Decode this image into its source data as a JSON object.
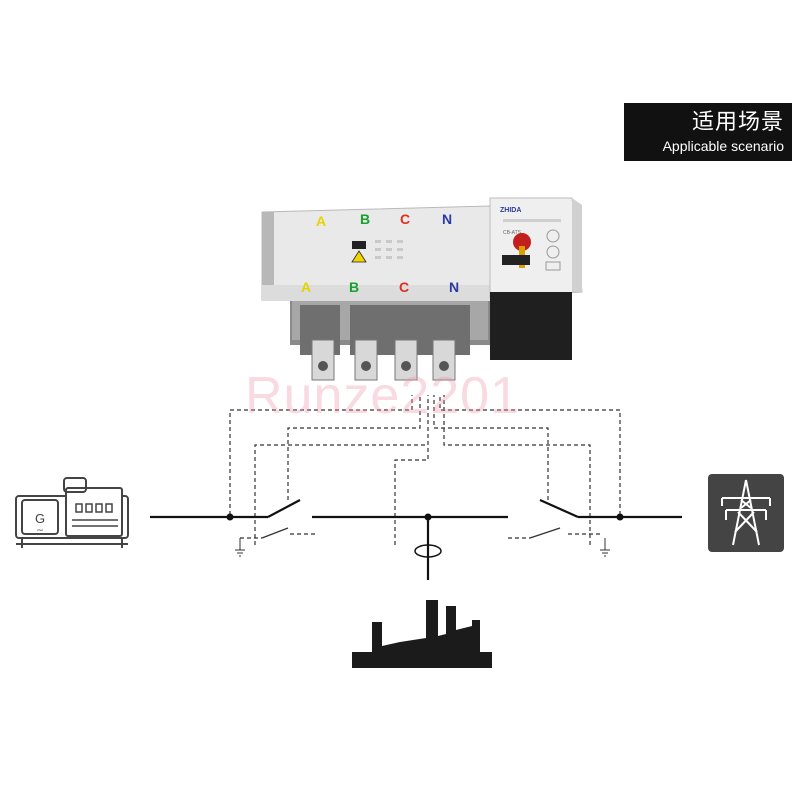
{
  "badge": {
    "title_cn": "适用场景",
    "subtitle_en": "Applicable scenario"
  },
  "watermark": "Runze2201",
  "device": {
    "phase_labels_top": [
      "A",
      "B",
      "C",
      "N"
    ],
    "phase_labels_bottom": [
      "A",
      "B",
      "C",
      "N"
    ],
    "phase_colors": [
      "#e6d400",
      "#18a030",
      "#e0301c",
      "#2c3aa8"
    ],
    "controller_brand": "ZHIDA",
    "controller_model": "CB-ATS"
  },
  "icons": {
    "left": "generator-icon",
    "right": "power-tower-icon",
    "bottom": "factory-icon"
  },
  "generator_label": "G"
}
